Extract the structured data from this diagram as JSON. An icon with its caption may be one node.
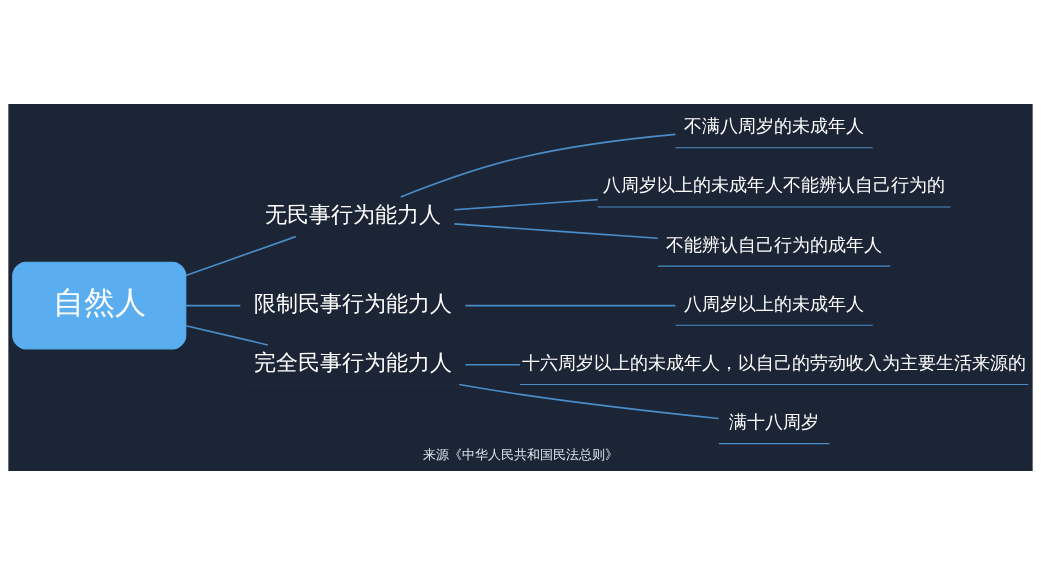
{
  "diagram": {
    "caption": "来源《中华人民共和国民法总则》",
    "nodes": [
      {
        "text": [
          "自然人"
        ]
      },
      {
        "text": [
          "无民事行为能力人"
        ]
      },
      {
        "text": [
          "限制民事行为能力人"
        ]
      },
      {
        "text": [
          "完全民事行为能力人"
        ]
      },
      {
        "text": [
          "不满八周岁的未成年人"
        ]
      },
      {
        "text": [
          "八周岁以上的未成年人不能辨认自己行为的"
        ]
      },
      {
        "text": [
          "不能辨认自己行为的成年人"
        ]
      },
      {
        "text": [
          "八周岁以上的未成年人"
        ]
      },
      {
        "text": [
          "十六周岁以上的未成年人，以自己的劳动收入为主要生活来源的"
        ]
      },
      {
        "text": [
          "满十八周岁"
        ]
      }
    ],
    "edges": [
      {
        "from": 0,
        "to": 1,
        "arrow": "none"
      },
      {
        "from": 0,
        "to": 2,
        "arrow": "none"
      },
      {
        "from": 0,
        "to": 3,
        "arrow": "none"
      },
      {
        "from": 1,
        "to": 4,
        "arrow": "none"
      },
      {
        "from": 1,
        "to": 5,
        "arrow": "none"
      },
      {
        "from": 1,
        "to": 6,
        "arrow": "none"
      },
      {
        "from": 2,
        "to": 7,
        "arrow": "none"
      },
      {
        "from": 3,
        "to": 8,
        "arrow": "none"
      },
      {
        "from": 3,
        "to": 9,
        "arrow": "none"
      }
    ]
  }
}
